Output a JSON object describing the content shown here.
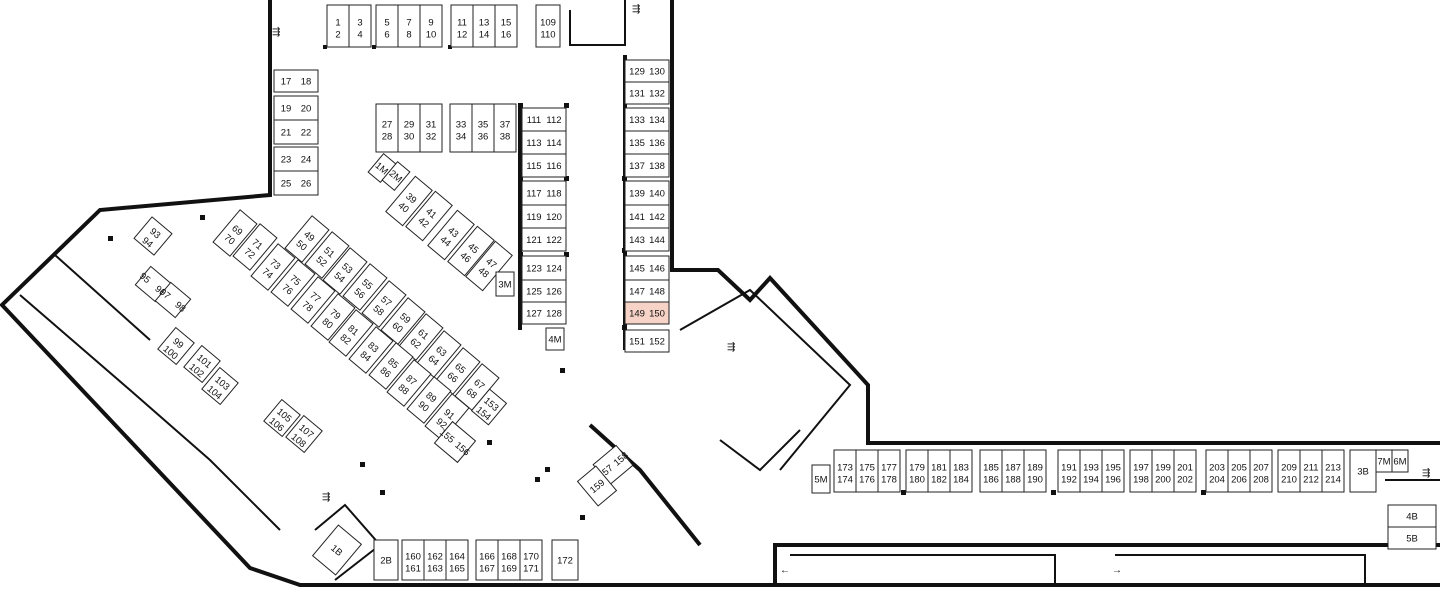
{
  "highlight": {
    "label": "149 150",
    "color": "#f6d3c6"
  },
  "spots": {
    "s1_2": "1 2",
    "s3_4": "3 4",
    "s5_6": "5 6",
    "s7_8": "7 8",
    "s9_10": "9 10",
    "s11_12": "11 12",
    "s13_14": "13 14",
    "s15_16": "15 16",
    "s109_110": "109 110",
    "s17_18": "17 18",
    "s19_20": "19 20",
    "s21_22": "21 22",
    "s23_24": "23 24",
    "s25_26": "25 26",
    "s27_28": "27 28",
    "s29_30": "29 30",
    "s31_32": "31 32",
    "s33_34": "33 34",
    "s35_36": "35 36",
    "s37_38": "37 38",
    "s111_112": "111 112",
    "s113_114": "113 114",
    "s115_116": "115 116",
    "s117_118": "117 118",
    "s119_120": "119 120",
    "s121_122": "121 122",
    "s123_124": "123 124",
    "s125_126": "125 126",
    "s127_128": "127 128",
    "s129_130": "129 130",
    "s131_132": "131 132",
    "s133_134": "133 134",
    "s135_136": "135 136",
    "s137_138": "137 138",
    "s139_140": "139 140",
    "s141_142": "141 142",
    "s143_144": "143 144",
    "s145_146": "145 146",
    "s147_148": "147 148",
    "s149_150": "149 150",
    "s151_152": "151 152",
    "s39_40": "39 40",
    "s41_42": "41 42",
    "s43_44": "43 44",
    "s45_46": "45 46",
    "s47_48": "47 48",
    "s49_50": "49 50",
    "s51_52": "51 52",
    "s53_54": "53 54",
    "s55_56": "55 56",
    "s57_58": "57 58",
    "s59_60": "59 60",
    "s61_62": "61 62",
    "s63_64": "63 64",
    "s65_66": "65 66",
    "s67_68": "67 68",
    "s69_70": "69 70",
    "s71_72": "71 72",
    "s73_74": "73 74",
    "s75_76": "75 76",
    "s77_78": "77 78",
    "s79_80": "79 80",
    "s81_82": "81 82",
    "s83_84": "83 84",
    "s85_86": "85 86",
    "s87_88": "87 88",
    "s89_90": "89 90",
    "s91_92": "91 92",
    "s93_94": "93 94",
    "s95_96": "95 96",
    "s97_98": "97 98",
    "s99_100": "99 100",
    "s101_102": "101 102",
    "s103_104": "103 104",
    "s105_106": "105 106",
    "s107_108": "107 108",
    "s153_154": "153 154",
    "s155_156": "155 156",
    "s157_158": "157 158",
    "s159": "159",
    "s160_161": "160 161",
    "s162_163": "162 163",
    "s164_165": "164 165",
    "s166_167": "166 167",
    "s168_169": "168 169",
    "s170_171": "170 171",
    "s172": "172",
    "s173_174": "173 174",
    "s175_176": "175 176",
    "s177_178": "177 178",
    "s179_180": "179 180",
    "s181_182": "181 182",
    "s183_184": "183 184",
    "s185_186": "185 186",
    "s187_188": "187 188",
    "s189_190": "189 190",
    "s191_192": "191 192",
    "s193_194": "193 194",
    "s195_196": "195 196",
    "s197_198": "197 198",
    "s199_200": "199 200",
    "s201_202": "201 202",
    "s203_204": "203 204",
    "s205_206": "205 206",
    "s207_208": "207 208",
    "s209_210": "209 210",
    "s211_212": "211 212",
    "s213_214": "213 214",
    "m1": "1M",
    "m2": "2M",
    "m3": "3M",
    "m4": "4M",
    "m5": "5M",
    "m6": "6M",
    "m7": "7M",
    "b1": "1B",
    "b2": "2B",
    "b3": "3B",
    "b4": "4B",
    "b5": "5B"
  }
}
